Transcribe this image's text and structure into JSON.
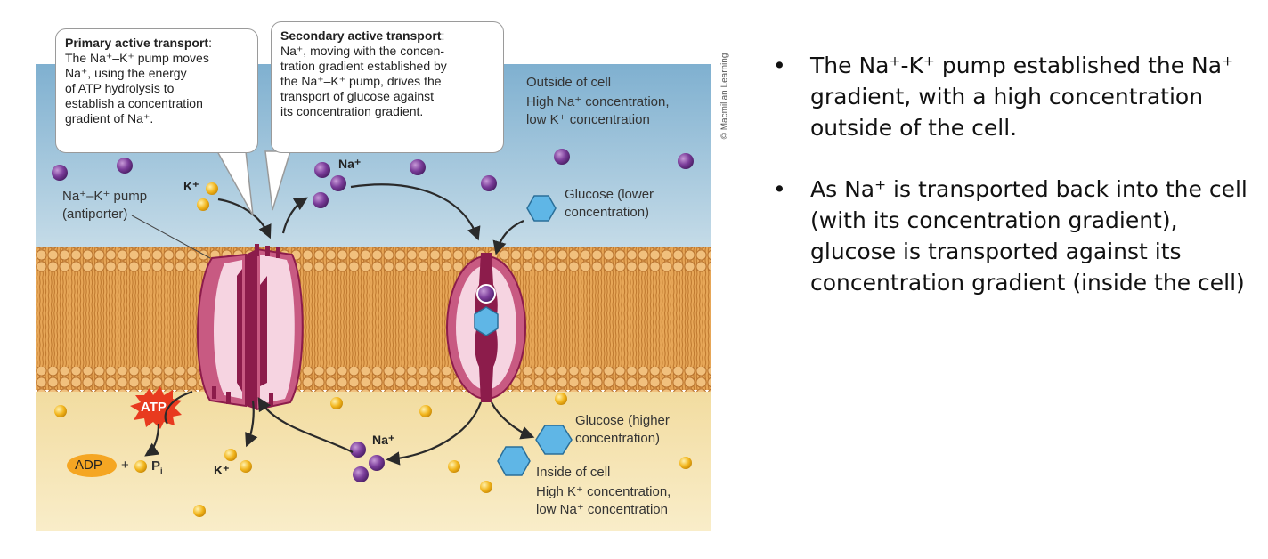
{
  "credit": "© Macmillan Learning",
  "callouts": {
    "primary": {
      "heading": "Primary active transport",
      "heading_suffix": ":",
      "lines": [
        "The Na⁺–K⁺ pump moves",
        "Na⁺, using the energy",
        "of ATP hydrolysis to",
        "establish a concentration",
        "gradient of Na⁺."
      ]
    },
    "secondary": {
      "heading": "Secondary active transport",
      "heading_suffix": ":",
      "lines": [
        "Na⁺, moving with the concen-",
        "tration gradient established by",
        "the Na⁺–K⁺ pump, drives the",
        "transport of glucose against",
        "its concentration gradient."
      ]
    }
  },
  "labels": {
    "outside_title": "Outside of cell",
    "outside_line1": "High Na⁺ concentration,",
    "outside_line2": "low K⁺ concentration",
    "pump_line1": "Na⁺–K⁺ pump",
    "pump_line2": "(antiporter)",
    "glucose_lower_line1": "Glucose (lower",
    "glucose_lower_line2": "concentration)",
    "glucose_higher_line1": "Glucose (higher",
    "glucose_higher_line2": "concentration)",
    "inside_title": "Inside of cell",
    "inside_line1": "High K⁺ concentration,",
    "inside_line2": "low Na⁺ concentration",
    "na_top": "Na⁺",
    "k_top": "K⁺",
    "na_bottom": "Na⁺",
    "k_bottom": "K⁺",
    "atp": "ATP",
    "adp": "ADP",
    "plus": "+",
    "pi": "P",
    "pi_sub": "i"
  },
  "bullets": [
    {
      "marker": "•",
      "pre1": "The Na",
      "sup1": "+",
      "mid1": "-K",
      "sup2": "+",
      "post1": " pump established the Na",
      "sup3": "+",
      "post2": " gradient, with a high concentration outside of the cell."
    },
    {
      "marker": "•",
      "pre1": "As Na",
      "sup1": "+",
      "post1": " is transported back into the cell (with its concentration gradient), glucose is transported against its concentration gradient (inside the cell)"
    }
  ],
  "colors": {
    "outside_bg": "#a9cbe0",
    "inside_bg": "#f3dc9a",
    "membrane": "#e3a55d",
    "protein_dark": "#8c1c4b",
    "protein_light": "#f6d4e1",
    "sodium": "#7b3d9a",
    "potassium": "#f0b419",
    "glucose": "#5fb6e6"
  }
}
